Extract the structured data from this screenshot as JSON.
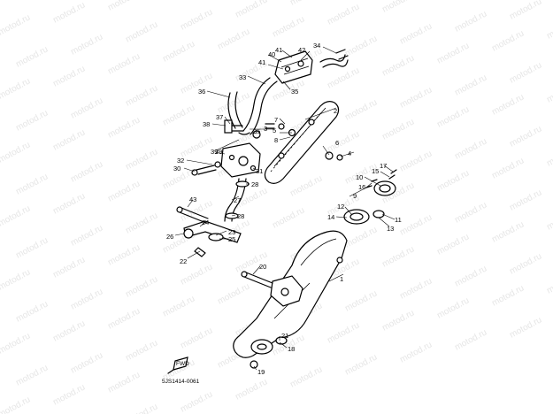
{
  "watermark": "motod.ru",
  "diagram_code": "5JS1414-0061",
  "front_icon_label": "FWD",
  "callouts": [
    "1",
    "2",
    "3",
    "4",
    "5",
    "6",
    "7",
    "8",
    "9",
    "10",
    "11",
    "12",
    "13",
    "14",
    "15",
    "16",
    "17",
    "18",
    "19",
    "20",
    "21",
    "22",
    "23",
    "24",
    "25",
    "26",
    "27",
    "28",
    "28",
    "29",
    "30",
    "31",
    "32",
    "33",
    "34",
    "35",
    "36",
    "37",
    "38",
    "39",
    "40",
    "41",
    "41",
    "42",
    "43",
    "35"
  ]
}
